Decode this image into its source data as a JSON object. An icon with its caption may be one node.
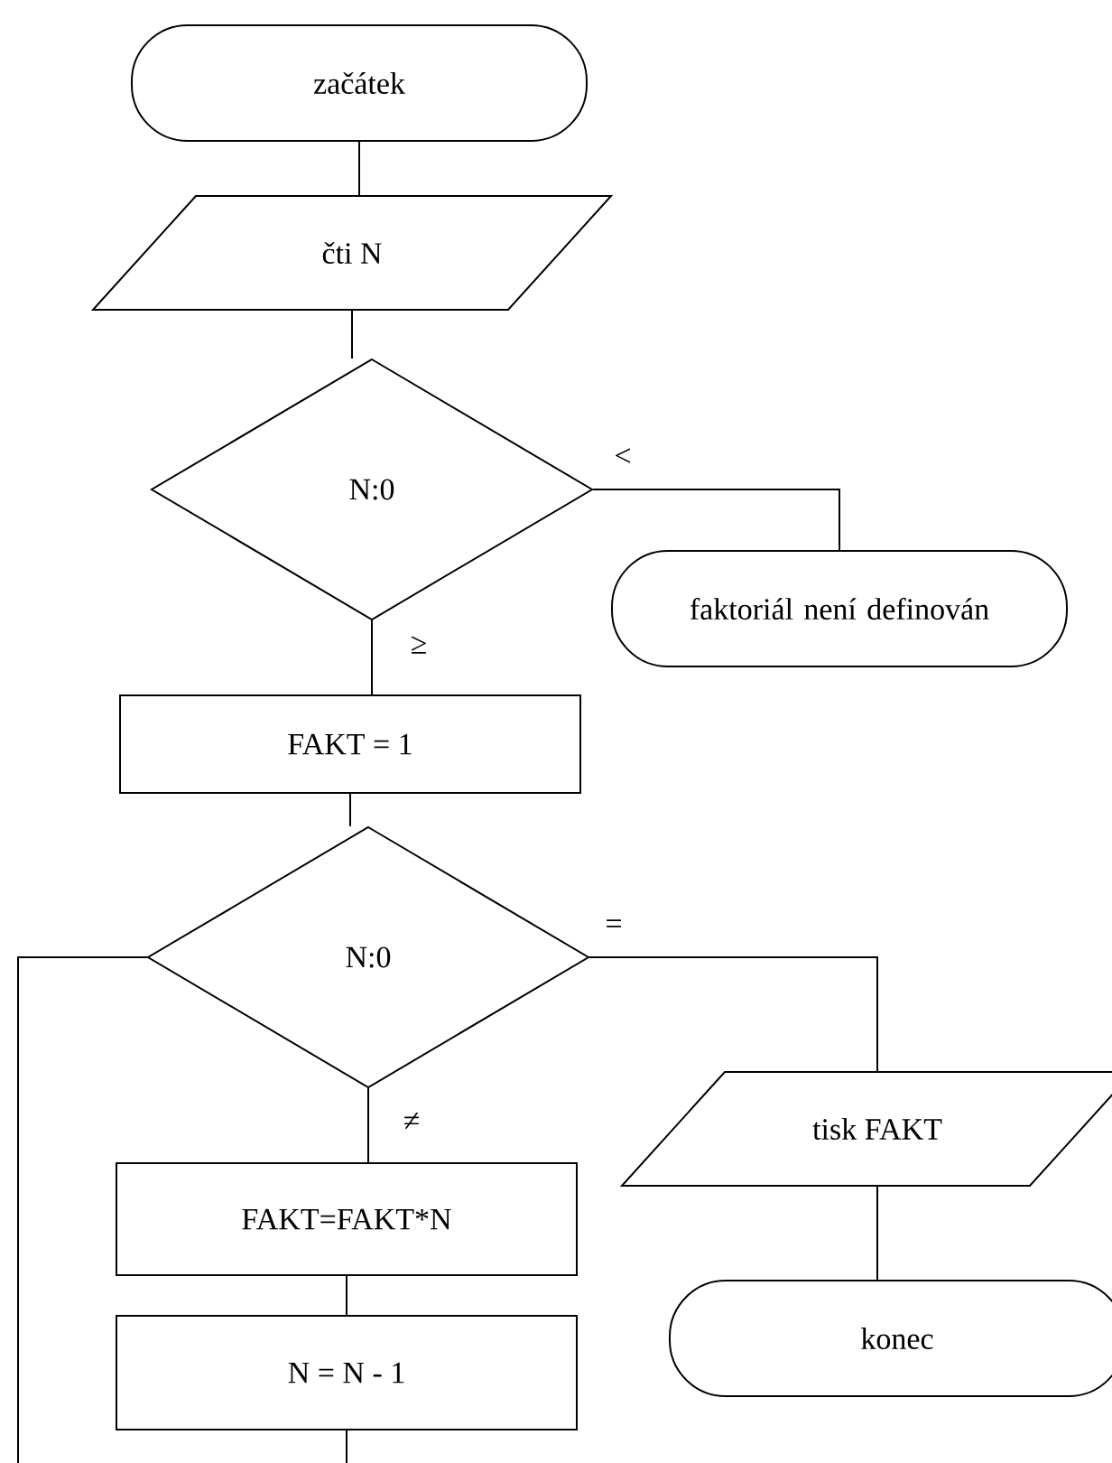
{
  "diagram": {
    "nodes": [
      {
        "text": [
          "začátek"
        ]
      },
      {
        "text": [
          "čti N"
        ]
      },
      {
        "text": [
          "N:0"
        ]
      },
      {
        "text": [
          "faktoriál není definován"
        ]
      },
      {
        "text": [
          "FAKT  = 1"
        ]
      },
      {
        "text": [
          "N:0"
        ]
      },
      {
        "text": [
          "tisk FAKT"
        ]
      },
      {
        "text": [
          "FAKT=FAKT*N"
        ]
      },
      {
        "text": [
          "N = N - 1"
        ]
      },
      {
        "text": [
          "konec"
        ]
      }
    ],
    "edges": [
      {
        "from": 0,
        "to": 1,
        "arrow": "none"
      },
      {
        "from": 1,
        "to": 2,
        "arrow": "none"
      },
      {
        "from": 2,
        "to": 3,
        "arrow": "none",
        "label": "<"
      },
      {
        "from": 2,
        "to": 4,
        "arrow": "none",
        "label": "≥"
      },
      {
        "from": 4,
        "to": 5,
        "arrow": "none"
      },
      {
        "from": 5,
        "to": 6,
        "arrow": "none",
        "label": "="
      },
      {
        "from": 5,
        "to": 7,
        "arrow": "none",
        "label": "≠"
      },
      {
        "from": 7,
        "to": 8,
        "arrow": "none"
      },
      {
        "from": 8,
        "to": 5,
        "arrow": "none"
      },
      {
        "from": 6,
        "to": 9,
        "arrow": "none"
      }
    ]
  }
}
